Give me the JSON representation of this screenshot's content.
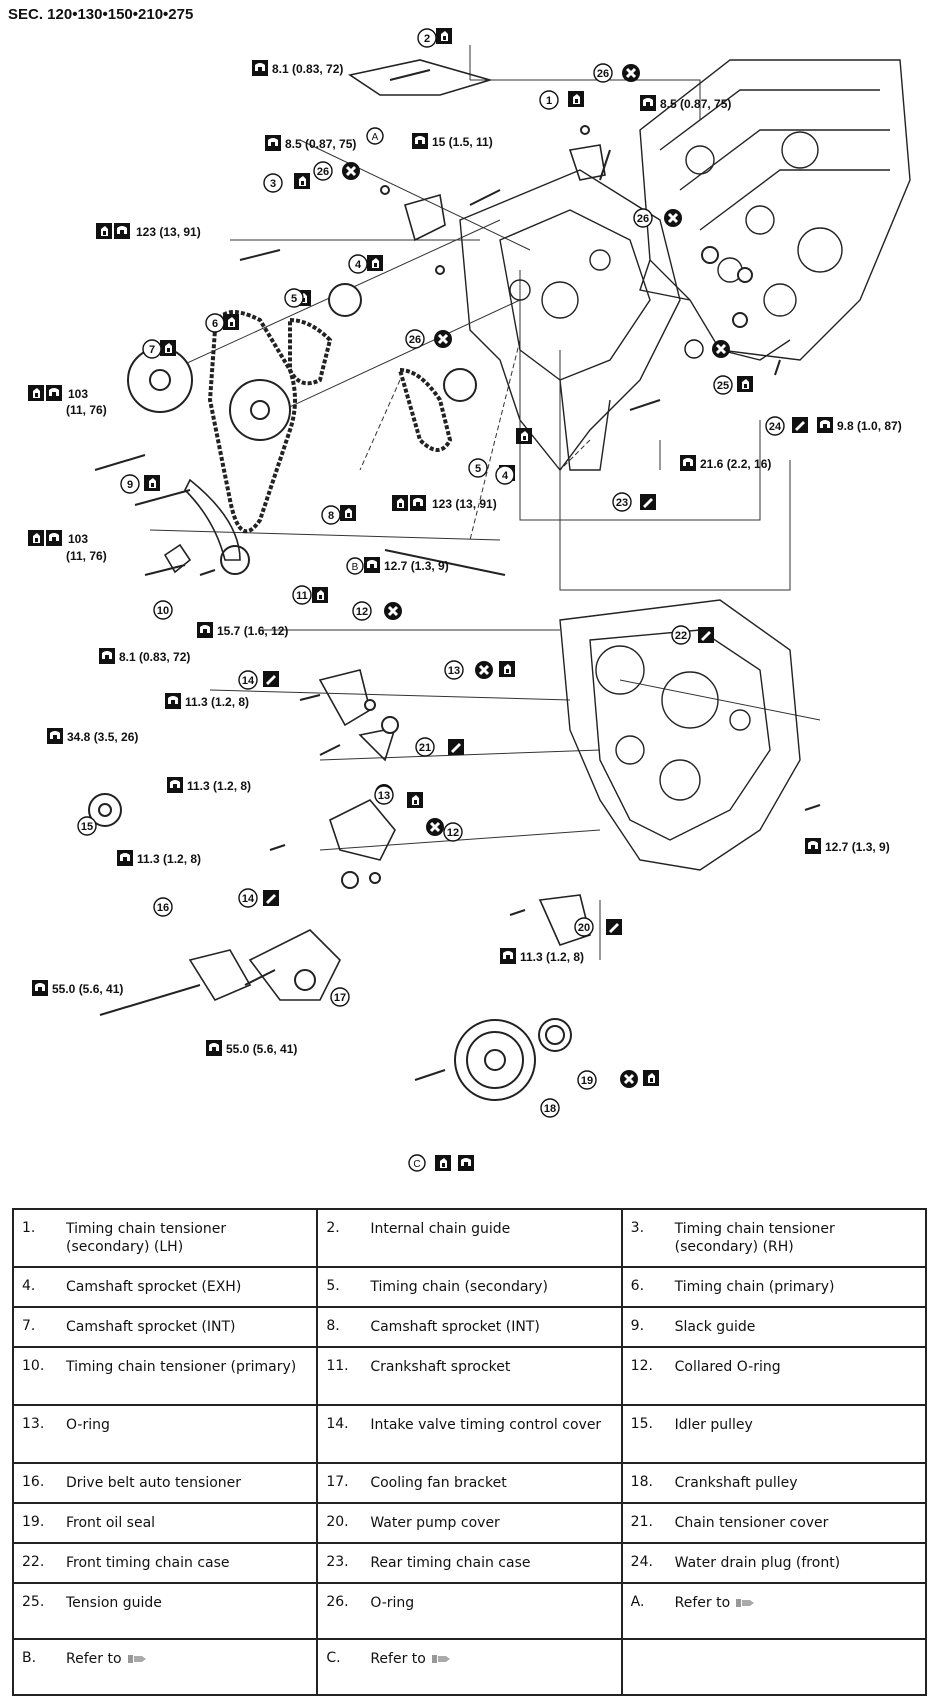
{
  "section_code": "SEC. 120•130•150•210•275",
  "torque_specs": [
    "8.1 (0.83, 72)",
    "8.5 (0.87, 75)",
    "8.5 (0.87, 75)",
    "15 (1.5, 11)",
    "123 (13, 91)",
    "103",
    "(11, 76)",
    "103",
    "(11, 76)",
    "123 (13, 91)",
    "21.6 (2.2, 16)",
    "9.8 (1.0, 87)",
    "12.7 (1.3, 9)",
    "15.7 (1.6, 12)",
    "8.1 (0.83, 72)",
    "11.3 (1.2, 8)",
    "34.8 (3.5, 26)",
    "11.3 (1.2, 8)",
    "11.3 (1.2, 8)",
    "12.7 (1.3, 9)",
    "11.3 (1.2, 8)",
    "55.0 (5.6, 41)",
    "55.0 (5.6, 41)"
  ],
  "callouts": [
    "1",
    "2",
    "3",
    "4",
    "4",
    "5",
    "5",
    "6",
    "7",
    "8",
    "9",
    "10",
    "11",
    "12",
    "12",
    "13",
    "13",
    "14",
    "14",
    "15",
    "16",
    "17",
    "18",
    "19",
    "20",
    "21",
    "22",
    "23",
    "24",
    "25",
    "26",
    "26",
    "26",
    "26"
  ],
  "letter_callouts": [
    "A",
    "B",
    "C"
  ],
  "legend": [
    {
      "num": "1.",
      "text": "Timing chain tensioner (secondary) (LH)"
    },
    {
      "num": "2.",
      "text": "Internal chain guide"
    },
    {
      "num": "3.",
      "text": "Timing chain tensioner (secondary) (RH)"
    },
    {
      "num": "4.",
      "text": "Camshaft sprocket (EXH)"
    },
    {
      "num": "5.",
      "text": "Timing chain (secondary)"
    },
    {
      "num": "6.",
      "text": "Timing chain (primary)"
    },
    {
      "num": "7.",
      "text": "Camshaft sprocket (INT)"
    },
    {
      "num": "8.",
      "text": "Camshaft sprocket (INT)"
    },
    {
      "num": "9.",
      "text": "Slack guide"
    },
    {
      "num": "10.",
      "text": "Timing chain tensioner (primary)"
    },
    {
      "num": "11.",
      "text": "Crankshaft sprocket"
    },
    {
      "num": "12.",
      "text": "Collared O-ring"
    },
    {
      "num": "13.",
      "text": "O-ring"
    },
    {
      "num": "14.",
      "text": "Intake valve timing control cover"
    },
    {
      "num": "15.",
      "text": "Idler pulley"
    },
    {
      "num": "16.",
      "text": "Drive belt auto tensioner"
    },
    {
      "num": "17.",
      "text": "Cooling fan bracket"
    },
    {
      "num": "18.",
      "text": "Crankshaft pulley"
    },
    {
      "num": "19.",
      "text": "Front oil seal"
    },
    {
      "num": "20.",
      "text": "Water pump cover"
    },
    {
      "num": "21.",
      "text": "Chain tensioner cover"
    },
    {
      "num": "22.",
      "text": "Front timing chain case"
    },
    {
      "num": "23.",
      "text": "Rear timing chain case"
    },
    {
      "num": "24.",
      "text": "Water drain plug (front)"
    },
    {
      "num": "25.",
      "text": "Tension guide"
    },
    {
      "num": "26.",
      "text": "O-ring"
    },
    {
      "num": "A.",
      "text": "Refer to"
    },
    {
      "num": "B.",
      "text": "Refer to"
    },
    {
      "num": "C.",
      "text": "Refer to"
    },
    {
      "num": "",
      "text": ""
    }
  ]
}
